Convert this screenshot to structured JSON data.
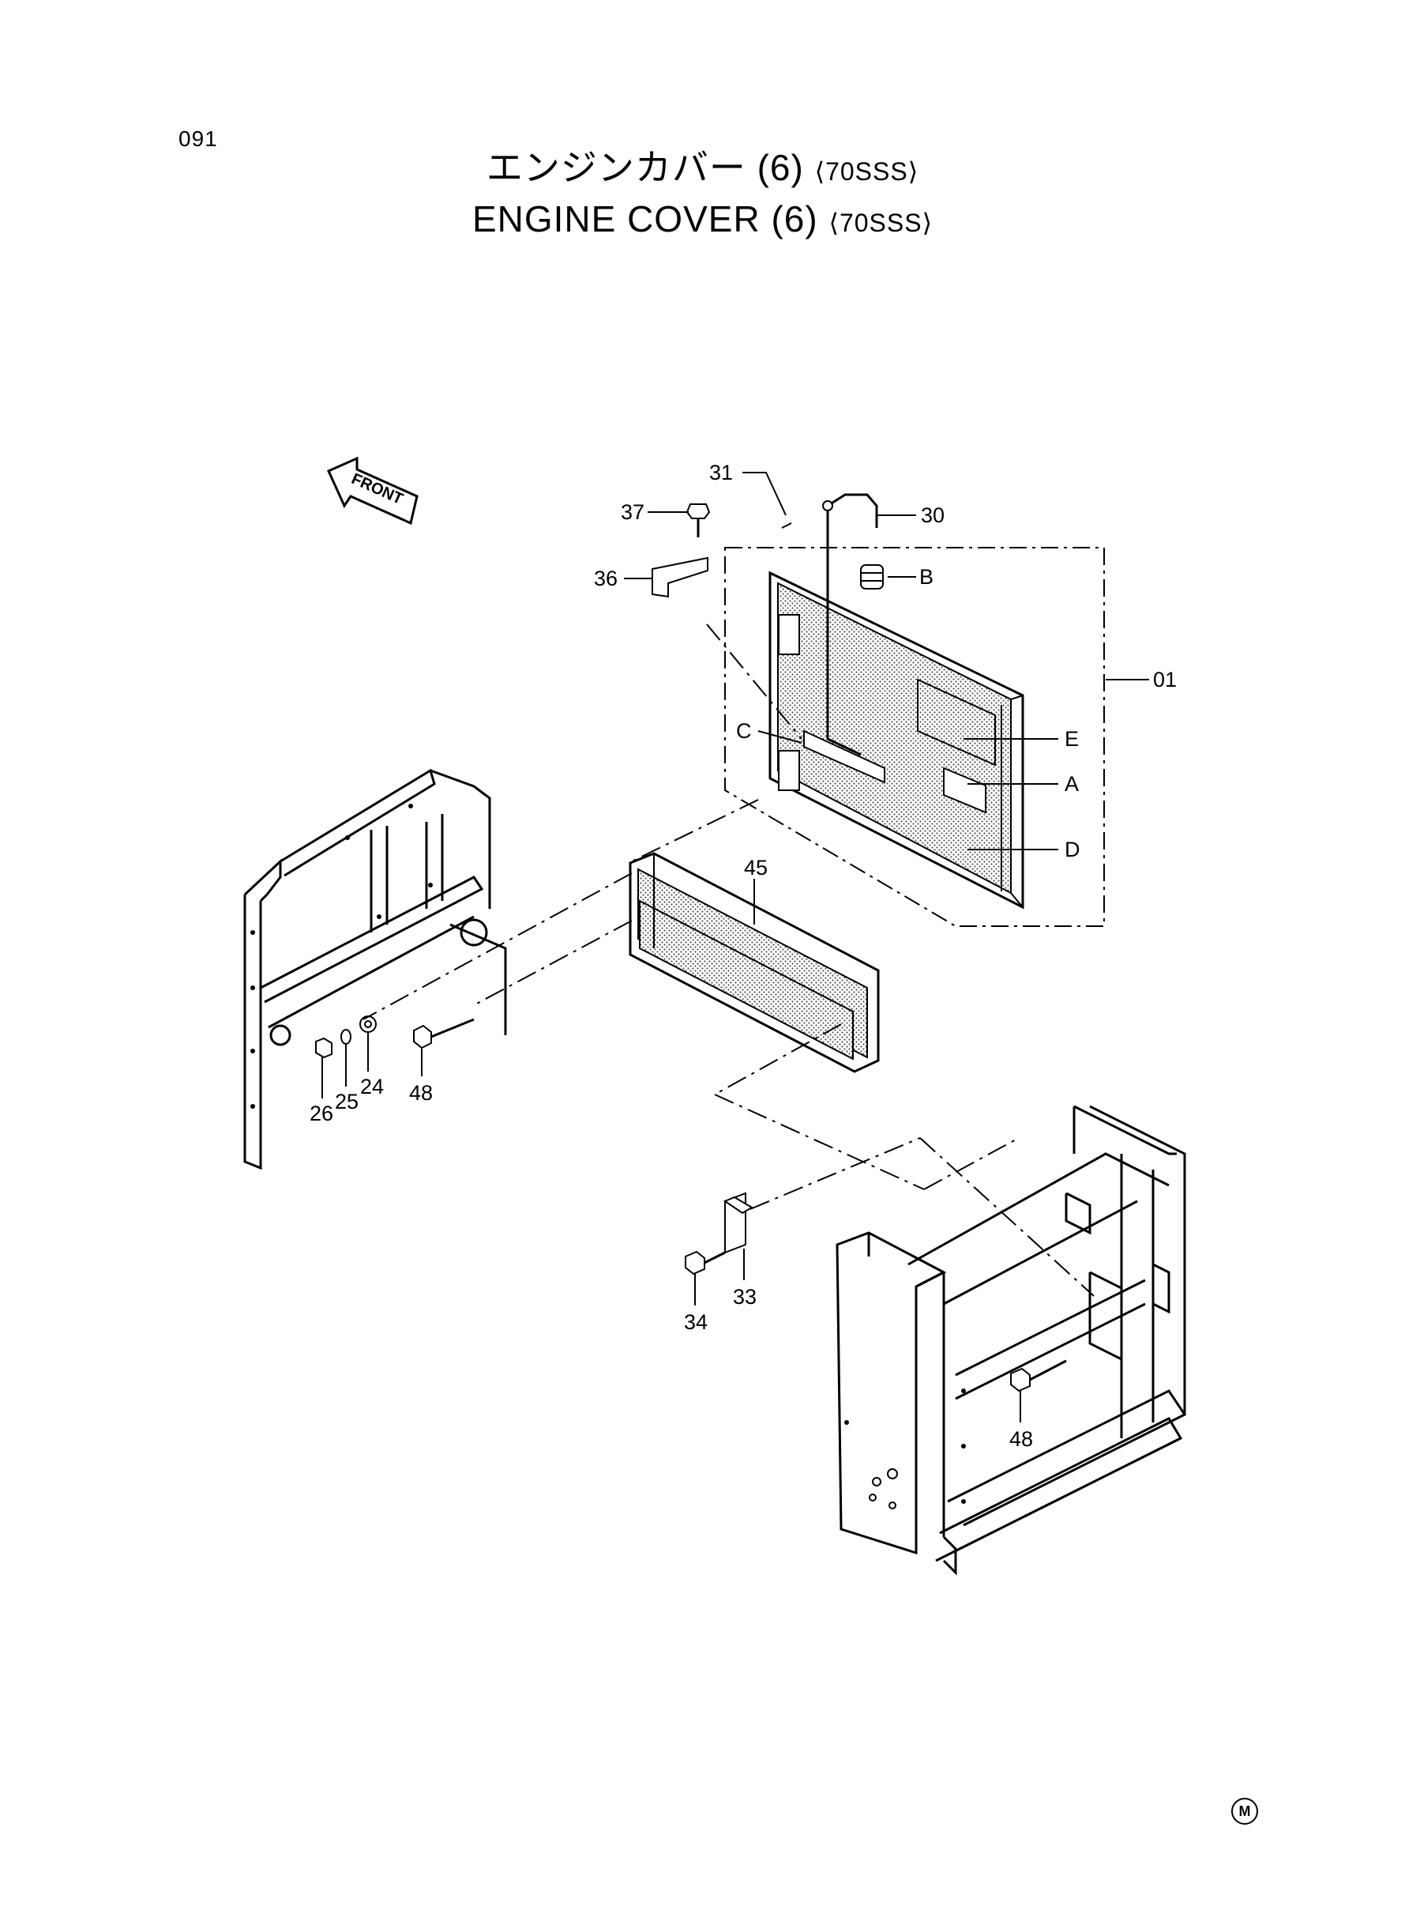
{
  "page": {
    "number": "091"
  },
  "title": {
    "japanese": "エンジンカバー (6)",
    "english": "ENGINE COVER (6)",
    "model": "⟨70SSS⟩"
  },
  "diagram": {
    "front_label": "FRONT",
    "callouts": {
      "c01": "01",
      "c24": "24",
      "c25": "25",
      "c26": "26",
      "c30": "30",
      "c31": "31",
      "c33": "33",
      "c34": "34",
      "c36": "36",
      "c37": "37",
      "c45": "45",
      "c48a": "48",
      "c48b": "48",
      "cA": "A",
      "cB": "B",
      "cC": "C",
      "cD": "D",
      "cE": "E"
    }
  },
  "footer": {
    "mark": "M"
  }
}
